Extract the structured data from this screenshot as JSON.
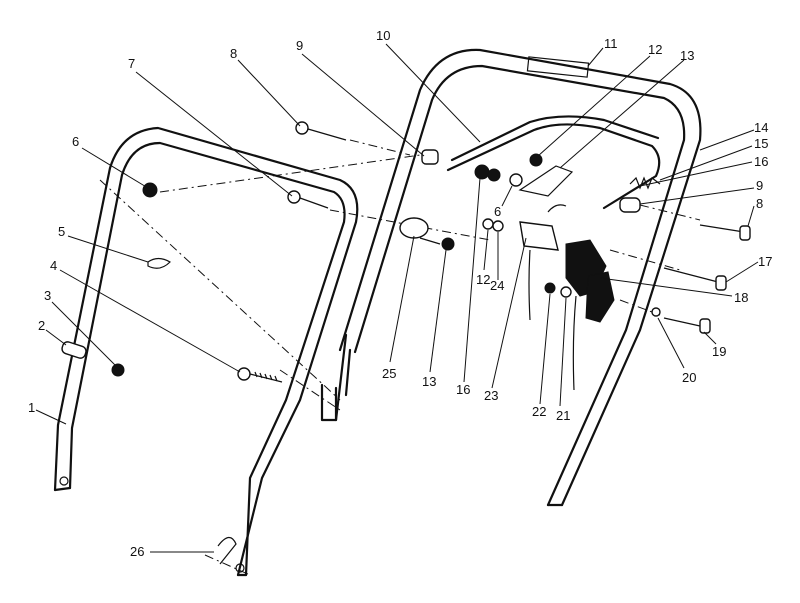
{
  "callouts": [
    {
      "n": "1"
    },
    {
      "n": "2"
    },
    {
      "n": "3"
    },
    {
      "n": "4"
    },
    {
      "n": "5"
    },
    {
      "n": "6"
    },
    {
      "n": "7"
    },
    {
      "n": "8"
    },
    {
      "n": "9"
    },
    {
      "n": "10"
    },
    {
      "n": "11"
    },
    {
      "n": "12"
    },
    {
      "n": "13"
    },
    {
      "n": "14"
    },
    {
      "n": "15"
    },
    {
      "n": "16"
    },
    {
      "n": "9"
    },
    {
      "n": "8"
    },
    {
      "n": "17"
    },
    {
      "n": "18"
    },
    {
      "n": "19"
    },
    {
      "n": "20"
    },
    {
      "n": "21"
    },
    {
      "n": "22"
    },
    {
      "n": "23"
    },
    {
      "n": "16"
    },
    {
      "n": "13"
    },
    {
      "n": "25"
    },
    {
      "n": "12"
    },
    {
      "n": "24"
    },
    {
      "n": "6"
    },
    {
      "n": "26"
    }
  ]
}
